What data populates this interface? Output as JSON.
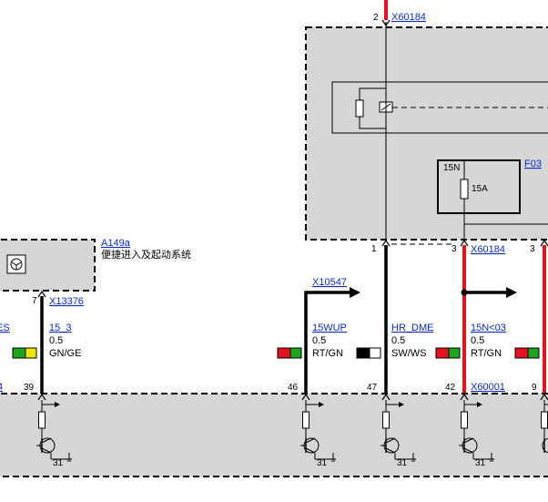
{
  "colors": {
    "box_fill": "#d6d6d6",
    "wire_red": "#e8101e",
    "wire_black": "#000000",
    "link": "#0a2bc9",
    "swatch_red": "#e8101e",
    "swatch_green": "#1aa51a",
    "swatch_yellow": "#f2e600",
    "swatch_black": "#000000",
    "swatch_white": "#ffffff"
  },
  "connectors": {
    "top_x60184": "X60184",
    "mid_x60184": "X60184",
    "x13376": "X13376",
    "x10547": "X10547",
    "x60001": "X60001"
  },
  "fuse": {
    "ref": "F03",
    "label": "15N",
    "rating": "15A"
  },
  "module": {
    "ref": "A149a",
    "desc": "便捷进入及起动系统"
  },
  "pins": {
    "top": "2",
    "relay_out": "1",
    "fuse_out_a": "3",
    "fuse_out_b": "3",
    "module_out": "7",
    "bottom_39": "39",
    "bottom_46": "46",
    "bottom_47": "47",
    "bottom_42": "42",
    "bottom_9": "9"
  },
  "wires": [
    {
      "signal": "15_3",
      "size": "0.5",
      "color": "GN/GE"
    },
    {
      "signal": "15WUP",
      "size": "0.5",
      "color": "RT/GN"
    },
    {
      "signal": "HR_DME",
      "size": "0.5",
      "color": "SW/WS"
    },
    {
      "signal": "15N<03",
      "size": "0.5",
      "color": "RT/GN"
    }
  ],
  "edge_fragments": {
    "left_signal": "ES",
    "left_pin": "4"
  },
  "ground_label": "31"
}
